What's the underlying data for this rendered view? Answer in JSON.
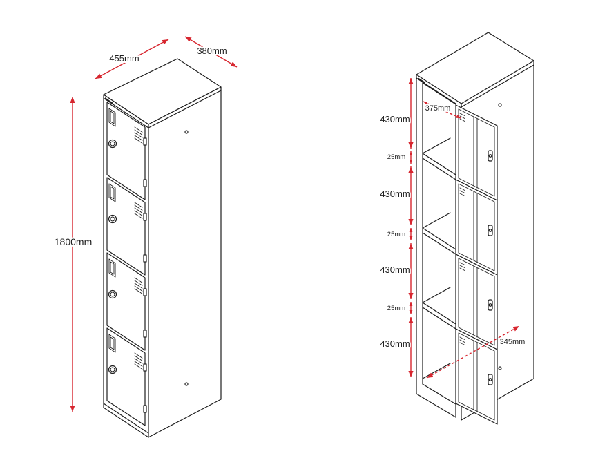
{
  "left_locker": {
    "width": "455mm",
    "depth": "380mm",
    "height": "1800mm"
  },
  "right_locker": {
    "compartment_heights": [
      "430mm",
      "430mm",
      "430mm",
      "430mm"
    ],
    "shelf_thicknesses": [
      "25mm",
      "25mm",
      "25mm"
    ],
    "inner_width": "375mm",
    "inner_depth": "345mm"
  },
  "colors": {
    "outline": "#1e1e1e",
    "dimension": "#d7262f",
    "label_text": "#1e1e1e",
    "background": "#ffffff"
  }
}
